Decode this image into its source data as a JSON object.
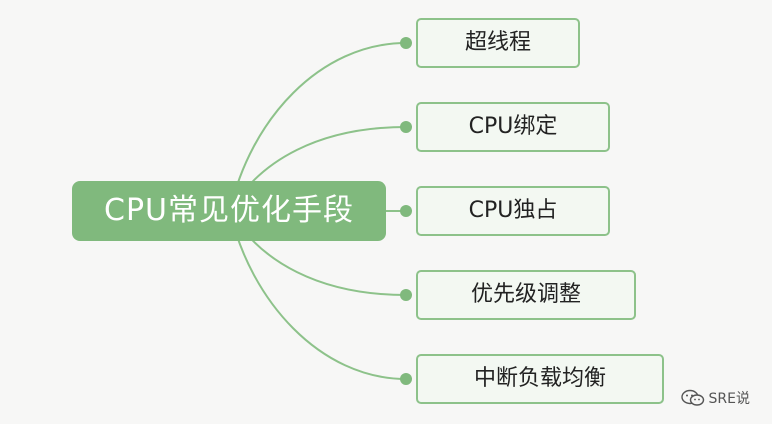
{
  "root": {
    "label": "CPU常见优化手段"
  },
  "children": [
    {
      "label": "超线程"
    },
    {
      "label": "CPU绑定"
    },
    {
      "label": "CPU独占"
    },
    {
      "label": "优先级调整"
    },
    {
      "label": "中断负载均衡"
    }
  ],
  "watermark": {
    "text": "SRE说",
    "icon": "wechat-icon"
  },
  "colors": {
    "accent": "#80b97d",
    "node_fill": "#f3f8f2",
    "node_border": "#8dc28a",
    "background": "#f7f7f6"
  }
}
